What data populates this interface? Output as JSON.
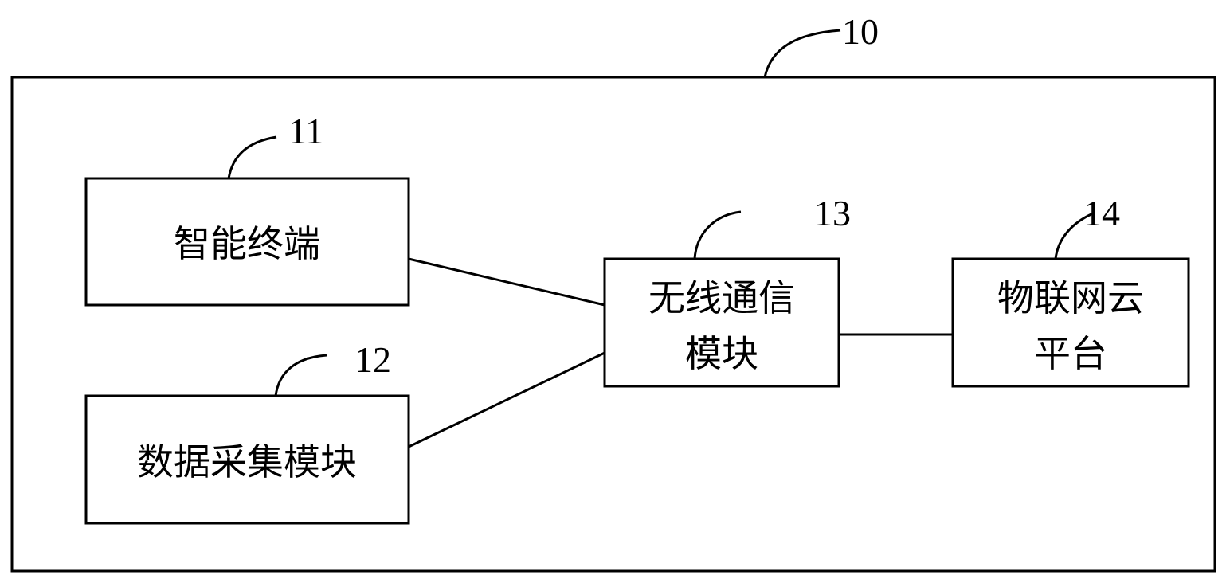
{
  "diagram": {
    "outer": {
      "ref": "10"
    },
    "nodes": [
      {
        "id": "terminal",
        "ref": "11",
        "lines": [
          "智能终端"
        ]
      },
      {
        "id": "collector",
        "ref": "12",
        "lines": [
          "数据采集模块"
        ]
      },
      {
        "id": "wireless",
        "ref": "13",
        "lines": [
          "无线通信",
          "模块"
        ]
      },
      {
        "id": "cloud",
        "ref": "14",
        "lines": [
          "物联网云",
          "平台"
        ]
      }
    ],
    "edges": [
      {
        "from": "terminal",
        "to": "wireless"
      },
      {
        "from": "collector",
        "to": "wireless"
      },
      {
        "from": "wireless",
        "to": "cloud"
      }
    ]
  }
}
